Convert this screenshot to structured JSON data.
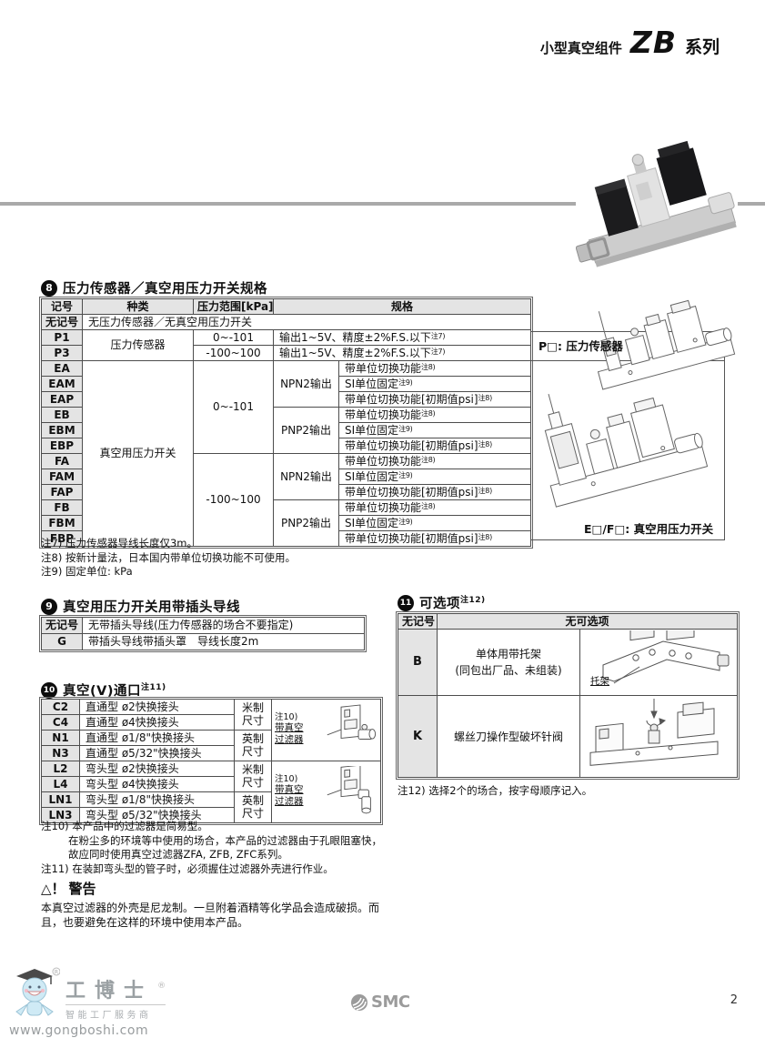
{
  "header": {
    "category": "小型真空组件",
    "series": "ZB",
    "suffix": "系列"
  },
  "section8": {
    "badge": "8",
    "title": "压力传感器／真空用压力开关规格",
    "headers": [
      "记号",
      "种类",
      "压力范围[kPa]",
      "规格"
    ],
    "none_row": {
      "code": "无记号",
      "desc": "无压力传感器／无真空用压力开关"
    },
    "sensor": {
      "kind": "压力传感器",
      "rows": [
        {
          "code": "P1",
          "range": "0~-101",
          "spec": "输出1~5V、精度±2%F.S.以下",
          "note": "注7)"
        },
        {
          "code": "P3",
          "range": "-100~100",
          "spec": "输出1~5V、精度±2%F.S.以下",
          "note": "注7)"
        }
      ]
    },
    "vswitch": {
      "kind": "真空用压力开关",
      "groups": [
        {
          "range": "0~-101",
          "outputs": [
            {
              "label": "NPN2输出",
              "rows": [
                {
                  "code": "EA",
                  "spec": "带单位切换功能",
                  "note": "注8)"
                },
                {
                  "code": "EAM",
                  "spec": "SI单位固定",
                  "note": "注9)"
                },
                {
                  "code": "EAP",
                  "spec": "带单位切换功能[初期值psi]",
                  "note": "注8)"
                }
              ]
            },
            {
              "label": "PNP2输出",
              "rows": [
                {
                  "code": "EB",
                  "spec": "带单位切换功能",
                  "note": "注8)"
                },
                {
                  "code": "EBM",
                  "spec": "SI单位固定",
                  "note": "注9)"
                },
                {
                  "code": "EBP",
                  "spec": "带单位切换功能[初期值psi]",
                  "note": "注8)"
                }
              ]
            }
          ]
        },
        {
          "range": "-100~100",
          "outputs": [
            {
              "label": "NPN2输出",
              "rows": [
                {
                  "code": "FA",
                  "spec": "带单位切换功能",
                  "note": "注8)"
                },
                {
                  "code": "FAM",
                  "spec": "SI单位固定",
                  "note": "注9)"
                },
                {
                  "code": "FAP",
                  "spec": "带单位切换功能[初期值psi]",
                  "note": "注8)"
                }
              ]
            },
            {
              "label": "PNP2输出",
              "rows": [
                {
                  "code": "FB",
                  "spec": "带单位切换功能",
                  "note": "注8)"
                },
                {
                  "code": "FBM",
                  "spec": "SI单位固定",
                  "note": "注9)"
                },
                {
                  "code": "FBP",
                  "spec": "带单位切换功能[初期值psi]",
                  "note": "注8)"
                }
              ]
            }
          ]
        }
      ]
    },
    "illustration": {
      "sensor_label": "P□: 压力传感器",
      "switch_label": "E□/F□: 真空用压力开关"
    },
    "notes": [
      "注7) 压力传感器导线长度仅3m。",
      "注8) 按新计量法，日本国内带单位切换功能不可使用。",
      "注9) 固定单位: kPa"
    ]
  },
  "section9": {
    "badge": "9",
    "title": "真空用压力开关用带插头导线",
    "rows": [
      {
        "code": "无记号",
        "desc": "无带插头导线(压力传感器的场合不要指定)"
      },
      {
        "code": "G",
        "desc": "带插头导线带插头罩　导线长度2m"
      }
    ]
  },
  "section10": {
    "badge": "10",
    "title": "真空(V)通口",
    "title_note": "注11)",
    "filter_label": {
      "note": "注10)",
      "l1": "带真空",
      "l2": "过滤器"
    },
    "groups": [
      {
        "pairs": [
          {
            "unit": [
              "米制",
              "尺寸"
            ],
            "rows": [
              {
                "code": "C2",
                "desc": "直通型 ø2快换接头"
              },
              {
                "code": "C4",
                "desc": "直通型 ø4快换接头"
              }
            ]
          },
          {
            "unit": [
              "英制",
              "尺寸"
            ],
            "rows": [
              {
                "code": "N1",
                "desc": "直通型 ø1/8\"快换接头"
              },
              {
                "code": "N3",
                "desc": "直通型 ø5/32\"快换接头"
              }
            ]
          }
        ]
      },
      {
        "pairs": [
          {
            "unit": [
              "米制",
              "尺寸"
            ],
            "rows": [
              {
                "code": "L2",
                "desc": "弯头型 ø2快换接头"
              },
              {
                "code": "L4",
                "desc": "弯头型 ø4快换接头"
              }
            ]
          },
          {
            "unit": [
              "英制",
              "尺寸"
            ],
            "rows": [
              {
                "code": "LN1",
                "desc": "弯头型 ø1/8\"快换接头"
              },
              {
                "code": "LN3",
                "desc": "弯头型 ø5/32\"快换接头"
              }
            ]
          }
        ]
      }
    ],
    "notes": [
      "注10) 本产品中的过滤器是简易型。",
      "在粉尘多的环境等中使用的场合，本产品的过滤器由于孔眼阻塞快，",
      "故应同时使用真空过滤器ZFA, ZFB, ZFC系列。",
      "注11) 在装卸弯头型的管子时，必须握住过滤器外壳进行作业。"
    ]
  },
  "section11": {
    "badge": "11",
    "title": "可选项",
    "title_note": "注12)",
    "header": {
      "code": "无记号",
      "desc": "无可选项"
    },
    "rows": [
      {
        "code": "B",
        "desc_lines": [
          "单体用带托架",
          "(同包出厂品、未组装)"
        ],
        "illus_label": "托架"
      },
      {
        "code": "K",
        "desc_lines": [
          "螺丝刀操作型破坏针阀"
        ]
      }
    ],
    "note": "注12) 选择2个的场合，按字母顺序记入。"
  },
  "warning": {
    "title": "警告",
    "text": "本真空过滤器的外壳是尼龙制。一旦附着酒精等化学品会造成破损。而且，也要避免在这样的环境中使用本产品。"
  },
  "footer": {
    "brand": "SMC",
    "page_number": "2"
  },
  "watermark": {
    "brand": "工博士",
    "registered": "®",
    "tagline": "智能工厂服务商",
    "url": "www.gongboshi.com"
  }
}
